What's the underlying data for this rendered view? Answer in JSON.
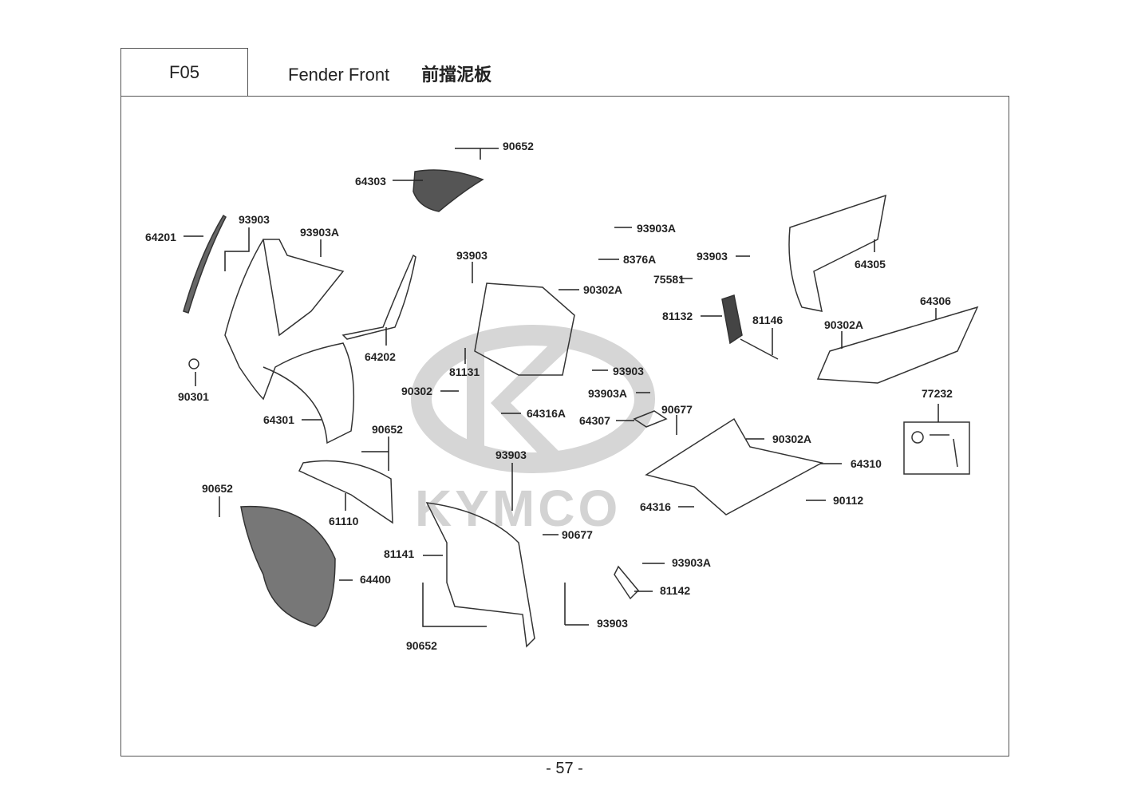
{
  "header": {
    "section_code": "F05",
    "title_en": "Fender Front",
    "title_zh": "前擋泥板"
  },
  "watermark": {
    "brand": "KYMCO",
    "icon": "kymco-logo-icon"
  },
  "page_number": "- 57 -",
  "callouts": [
    {
      "id": "90652",
      "text": "90652"
    },
    {
      "id": "64303",
      "text": "64303"
    },
    {
      "id": "64201",
      "text": "64201"
    },
    {
      "id": "93903",
      "text": "93903"
    },
    {
      "id": "93903A",
      "text": "93903A"
    },
    {
      "id": "93903",
      "text": "93903"
    },
    {
      "id": "93903A",
      "text": "93903A"
    },
    {
      "id": "8376A",
      "text": "8376A"
    },
    {
      "id": "90302A",
      "text": "90302A"
    },
    {
      "id": "93903",
      "text": "93903"
    },
    {
      "id": "75581",
      "text": "75581"
    },
    {
      "id": "64305",
      "text": "64305"
    },
    {
      "id": "64306",
      "text": "64306"
    },
    {
      "id": "81132",
      "text": "81132"
    },
    {
      "id": "81146",
      "text": "81146"
    },
    {
      "id": "90302A",
      "text": "90302A"
    },
    {
      "id": "64202",
      "text": "64202"
    },
    {
      "id": "81131",
      "text": "81131"
    },
    {
      "id": "93903",
      "text": "93903"
    },
    {
      "id": "90301",
      "text": "90301"
    },
    {
      "id": "90302",
      "text": "90302"
    },
    {
      "id": "93903A",
      "text": "93903A"
    },
    {
      "id": "90677",
      "text": "90677"
    },
    {
      "id": "64316A",
      "text": "64316A"
    },
    {
      "id": "64307",
      "text": "64307"
    },
    {
      "id": "77232",
      "text": "77232"
    },
    {
      "id": "64301",
      "text": "64301"
    },
    {
      "id": "90652",
      "text": "90652"
    },
    {
      "id": "90302A",
      "text": "90302A"
    },
    {
      "id": "93903",
      "text": "93903"
    },
    {
      "id": "64310",
      "text": "64310"
    },
    {
      "id": "90652",
      "text": "90652"
    },
    {
      "id": "61110",
      "text": "61110"
    },
    {
      "id": "64316",
      "text": "64316"
    },
    {
      "id": "90112",
      "text": "90112"
    },
    {
      "id": "90677",
      "text": "90677"
    },
    {
      "id": "81141",
      "text": "81141"
    },
    {
      "id": "93903A",
      "text": "93903A"
    },
    {
      "id": "64400",
      "text": "64400"
    },
    {
      "id": "81142",
      "text": "81142"
    },
    {
      "id": "93903",
      "text": "93903"
    },
    {
      "id": "90652",
      "text": "90652"
    }
  ]
}
